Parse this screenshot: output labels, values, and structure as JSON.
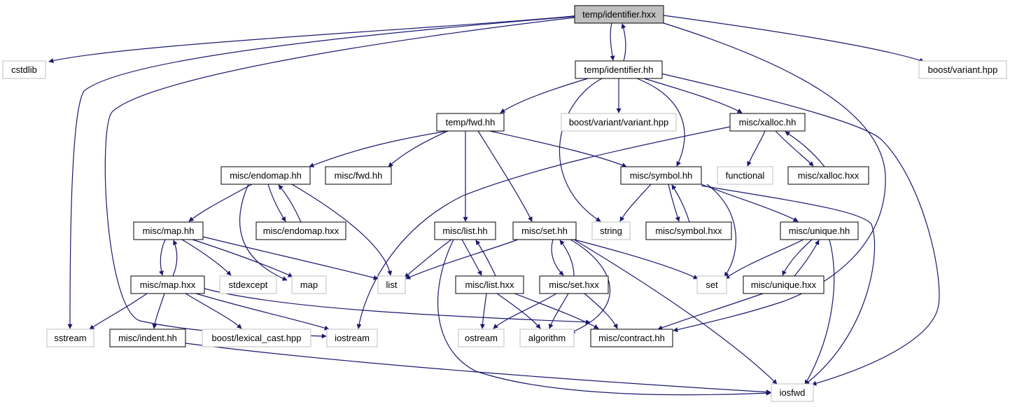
{
  "nodes": [
    {
      "id": "n_root",
      "label": "temp/identifier.hxx",
      "kind": "root"
    },
    {
      "id": "n_cstdlib",
      "label": "cstdlib",
      "kind": "external"
    },
    {
      "id": "n_ident_hh",
      "label": "temp/identifier.hh",
      "kind": "internal"
    },
    {
      "id": "n_bvariant",
      "label": "boost/variant.hpp",
      "kind": "external"
    },
    {
      "id": "n_fwd",
      "label": "temp/fwd.hh",
      "kind": "internal"
    },
    {
      "id": "n_bvv",
      "label": "boost/variant/variant.hpp",
      "kind": "external"
    },
    {
      "id": "n_xalloc",
      "label": "misc/xalloc.hh",
      "kind": "internal"
    },
    {
      "id": "n_endomap",
      "label": "misc/endomap.hh",
      "kind": "internal"
    },
    {
      "id": "n_miscfwd",
      "label": "misc/fwd.hh",
      "kind": "internal"
    },
    {
      "id": "n_symbol",
      "label": "misc/symbol.hh",
      "kind": "internal"
    },
    {
      "id": "n_functional",
      "label": "functional",
      "kind": "external"
    },
    {
      "id": "n_xalloc_hxx",
      "label": "misc/xalloc.hxx",
      "kind": "internal"
    },
    {
      "id": "n_map",
      "label": "misc/map.hh",
      "kind": "internal"
    },
    {
      "id": "n_endomap_hxx",
      "label": "misc/endomap.hxx",
      "kind": "internal"
    },
    {
      "id": "n_list",
      "label": "misc/list.hh",
      "kind": "internal"
    },
    {
      "id": "n_set",
      "label": "misc/set.hh",
      "kind": "internal"
    },
    {
      "id": "n_string",
      "label": "string",
      "kind": "external"
    },
    {
      "id": "n_symbol_hxx",
      "label": "misc/symbol.hxx",
      "kind": "internal"
    },
    {
      "id": "n_unique",
      "label": "misc/unique.hh",
      "kind": "internal"
    },
    {
      "id": "n_map_hxx",
      "label": "misc/map.hxx",
      "kind": "internal"
    },
    {
      "id": "n_stdexcept",
      "label": "stdexcept",
      "kind": "external"
    },
    {
      "id": "n_mapstd",
      "label": "map",
      "kind": "external"
    },
    {
      "id": "n_liststd",
      "label": "list",
      "kind": "external"
    },
    {
      "id": "n_list_hxx",
      "label": "misc/list.hxx",
      "kind": "internal"
    },
    {
      "id": "n_set_hxx",
      "label": "misc/set.hxx",
      "kind": "internal"
    },
    {
      "id": "n_setstd",
      "label": "set",
      "kind": "external"
    },
    {
      "id": "n_unique_hxx",
      "label": "misc/unique.hxx",
      "kind": "internal"
    },
    {
      "id": "n_sstream",
      "label": "sstream",
      "kind": "external"
    },
    {
      "id": "n_indent",
      "label": "misc/indent.hh",
      "kind": "internal"
    },
    {
      "id": "n_lexcast",
      "label": "boost/lexical_cast.hpp",
      "kind": "external"
    },
    {
      "id": "n_iostream",
      "label": "iostream",
      "kind": "external"
    },
    {
      "id": "n_ostream",
      "label": "ostream",
      "kind": "external"
    },
    {
      "id": "n_algorithm",
      "label": "algorithm",
      "kind": "external"
    },
    {
      "id": "n_contract",
      "label": "misc/contract.hh",
      "kind": "internal"
    },
    {
      "id": "n_iosfwd",
      "label": "iosfwd",
      "kind": "external"
    }
  ],
  "edges": [
    {
      "from": "temp/identifier.hxx",
      "to": "cstdlib"
    },
    {
      "from": "temp/identifier.hxx",
      "to": "temp/identifier.hh"
    },
    {
      "from": "temp/identifier.hxx",
      "to": "boost/variant.hpp"
    },
    {
      "from": "temp/identifier.hxx",
      "to": "sstream"
    },
    {
      "from": "temp/identifier.hxx",
      "to": "iostream"
    },
    {
      "from": "temp/identifier.hxx",
      "to": "misc/contract.hh"
    },
    {
      "from": "temp/identifier.hh",
      "to": "temp/identifier.hxx"
    },
    {
      "from": "temp/identifier.hh",
      "to": "temp/fwd.hh"
    },
    {
      "from": "temp/identifier.hh",
      "to": "boost/variant/variant.hpp"
    },
    {
      "from": "temp/identifier.hh",
      "to": "misc/xalloc.hh"
    },
    {
      "from": "temp/identifier.hh",
      "to": "misc/symbol.hh"
    },
    {
      "from": "temp/identifier.hh",
      "to": "string"
    },
    {
      "from": "temp/identifier.hh",
      "to": "iosfwd"
    },
    {
      "from": "temp/fwd.hh",
      "to": "misc/endomap.hh"
    },
    {
      "from": "temp/fwd.hh",
      "to": "misc/fwd.hh"
    },
    {
      "from": "temp/fwd.hh",
      "to": "misc/symbol.hh"
    },
    {
      "from": "temp/fwd.hh",
      "to": "misc/list.hh"
    },
    {
      "from": "temp/fwd.hh",
      "to": "misc/set.hh"
    },
    {
      "from": "misc/xalloc.hh",
      "to": "functional"
    },
    {
      "from": "misc/xalloc.hh",
      "to": "misc/xalloc.hxx"
    },
    {
      "from": "misc/xalloc.hh",
      "to": "iostream"
    },
    {
      "from": "misc/xalloc.hxx",
      "to": "misc/xalloc.hh"
    },
    {
      "from": "misc/endomap.hh",
      "to": "misc/map.hh"
    },
    {
      "from": "misc/endomap.hh",
      "to": "misc/endomap.hxx"
    },
    {
      "from": "misc/endomap.hh",
      "to": "map"
    },
    {
      "from": "misc/endomap.hh",
      "to": "list"
    },
    {
      "from": "misc/endomap.hxx",
      "to": "misc/endomap.hh"
    },
    {
      "from": "misc/symbol.hh",
      "to": "string"
    },
    {
      "from": "misc/symbol.hh",
      "to": "misc/symbol.hxx"
    },
    {
      "from": "misc/symbol.hh",
      "to": "misc/unique.hh"
    },
    {
      "from": "misc/symbol.hh",
      "to": "set"
    },
    {
      "from": "misc/symbol.hh",
      "to": "iosfwd"
    },
    {
      "from": "misc/symbol.hxx",
      "to": "misc/symbol.hh"
    },
    {
      "from": "misc/map.hh",
      "to": "misc/map.hxx"
    },
    {
      "from": "misc/map.hh",
      "to": "stdexcept"
    },
    {
      "from": "misc/map.hh",
      "to": "map"
    },
    {
      "from": "misc/map.hh",
      "to": "list"
    },
    {
      "from": "misc/map.hxx",
      "to": "misc/map.hh"
    },
    {
      "from": "misc/map.hxx",
      "to": "sstream"
    },
    {
      "from": "misc/map.hxx",
      "to": "misc/indent.hh"
    },
    {
      "from": "misc/map.hxx",
      "to": "boost/lexical_cast.hpp"
    },
    {
      "from": "misc/map.hxx",
      "to": "iostream"
    },
    {
      "from": "misc/map.hxx",
      "to": "misc/contract.hh"
    },
    {
      "from": "misc/list.hh",
      "to": "list"
    },
    {
      "from": "misc/list.hh",
      "to": "misc/list.hxx"
    },
    {
      "from": "misc/list.hh",
      "to": "iosfwd"
    },
    {
      "from": "misc/list.hxx",
      "to": "misc/list.hh"
    },
    {
      "from": "misc/list.hxx",
      "to": "ostream"
    },
    {
      "from": "misc/list.hxx",
      "to": "algorithm"
    },
    {
      "from": "misc/list.hxx",
      "to": "misc/contract.hh"
    },
    {
      "from": "misc/set.hh",
      "to": "list"
    },
    {
      "from": "misc/set.hh",
      "to": "misc/set.hxx"
    },
    {
      "from": "misc/set.hh",
      "to": "set"
    },
    {
      "from": "misc/set.hh",
      "to": "algorithm"
    },
    {
      "from": "misc/set.hh",
      "to": "iosfwd"
    },
    {
      "from": "misc/set.hxx",
      "to": "misc/set.hh"
    },
    {
      "from": "misc/set.hxx",
      "to": "ostream"
    },
    {
      "from": "misc/set.hxx",
      "to": "algorithm"
    },
    {
      "from": "misc/set.hxx",
      "to": "misc/contract.hh"
    },
    {
      "from": "misc/unique.hh",
      "to": "set"
    },
    {
      "from": "misc/unique.hh",
      "to": "misc/unique.hxx"
    },
    {
      "from": "misc/unique.hh",
      "to": "iosfwd"
    },
    {
      "from": "misc/unique.hxx",
      "to": "misc/unique.hh"
    },
    {
      "from": "misc/unique.hxx",
      "to": "misc/contract.hh"
    },
    {
      "from": "misc/indent.hh",
      "to": "iosfwd"
    }
  ],
  "colors": {
    "edge": "#191970",
    "root_fill": "#bfbfbf",
    "internal_border": "#000000",
    "external_border": "#bfbfbf",
    "text": "#000000"
  }
}
